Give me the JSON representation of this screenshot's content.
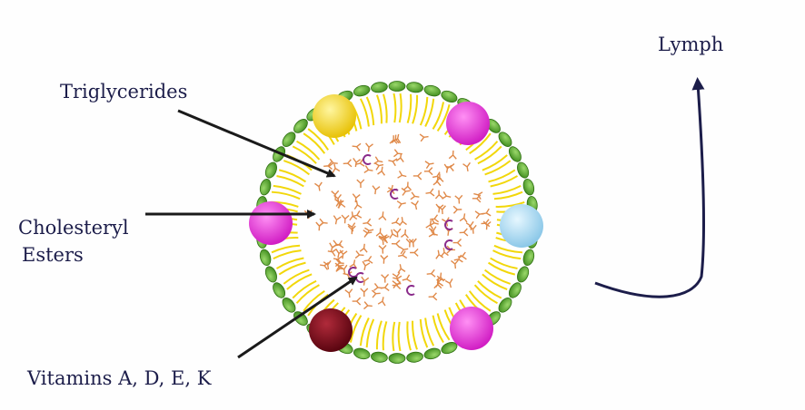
{
  "labels": {
    "triglycerides": "Triglycerides",
    "cholesteryl_line1": "Cholesteryl",
    "cholesteryl_line2": "Esters",
    "vitamins": "Vitamins A, D, E, K",
    "lymph": "Lymph"
  },
  "colors": {
    "text": "#1c1d4a",
    "arrow": "#1a1a1a",
    "lymph_arrow": "#1c1d4a",
    "phospholipid_head": "#5aa832",
    "phospholipid_tail": "#f2d70a",
    "triglyceride": "#e08a4a",
    "vitamin": "#8a2a8a",
    "protein_yellow": "#f3d31c",
    "protein_magenta": "#e62ed6",
    "protein_lightblue": "#a8d8f0",
    "protein_darkred": "#7a0a1a"
  },
  "icons": [
    "triglyceride-icon",
    "vitamin-icon",
    "apolipoprotein-icon",
    "phospholipid-icon"
  ]
}
